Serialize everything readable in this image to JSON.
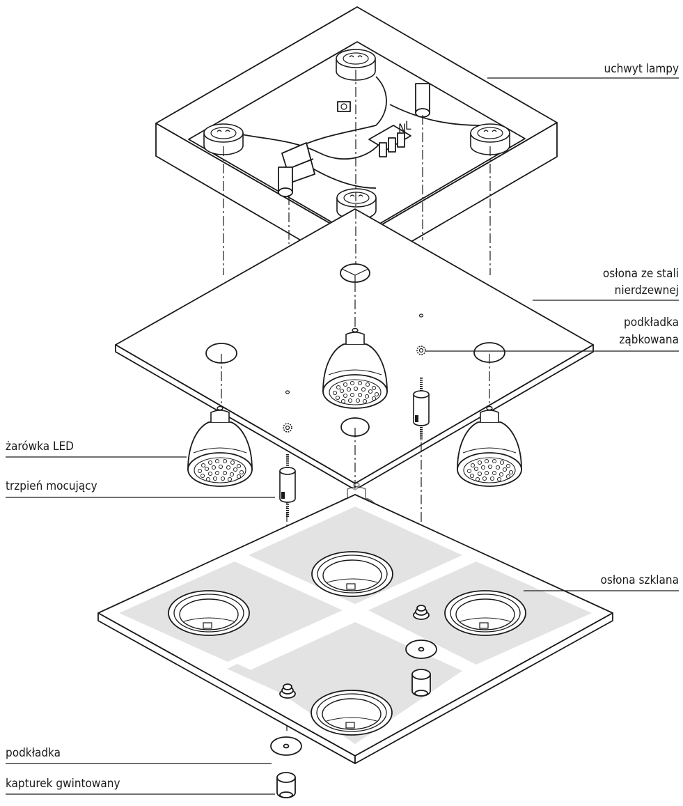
{
  "labels": {
    "lamp_holder": "uchwyt lampy",
    "steel_cover_line1": "osłona ze stali",
    "steel_cover_line2": "nierdzewnej",
    "serrated_washer_line1": "podkładka",
    "serrated_washer_line2": "ząbkowana",
    "led_bulb": "żarówka LED",
    "mounting_pin": "trzpień mocujący",
    "glass_cover": "osłona szklana",
    "washer": "podkładka",
    "threaded_cap": "kapturek gwintowany"
  },
  "terminal_markings": {
    "neutral": "N",
    "live": "L"
  },
  "colors": {
    "line": "#1a1a1a",
    "glass_panel": "#e3e3e3",
    "background": "#ffffff"
  }
}
